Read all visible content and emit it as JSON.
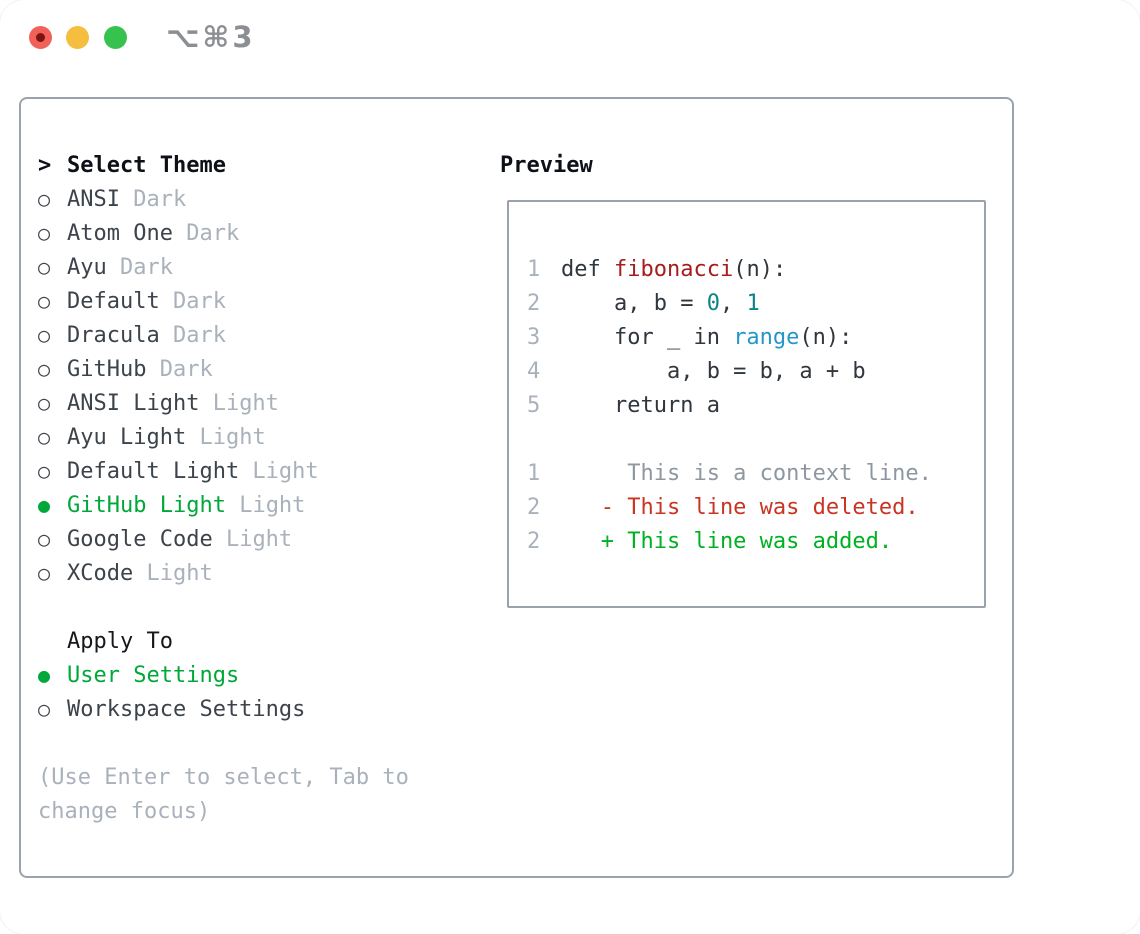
{
  "window": {
    "titlebar": {
      "shortcut_label": "⌥⌘3",
      "traffic_lights": [
        {
          "name": "close",
          "color": "#f2605a",
          "dot_color": "#7a1410"
        },
        {
          "name": "minimize",
          "color": "#f5be3e"
        },
        {
          "name": "zoom",
          "color": "#37c24f"
        }
      ]
    }
  },
  "theme_menu": {
    "header": "Select Theme",
    "header_marker": ">",
    "markers": {
      "selected": "●",
      "unselected": "○"
    },
    "items": [
      {
        "name": "ANSI",
        "variant": "Dark",
        "selected": false
      },
      {
        "name": "Atom One",
        "variant": "Dark",
        "selected": false
      },
      {
        "name": "Ayu",
        "variant": "Dark",
        "selected": false
      },
      {
        "name": "Default",
        "variant": "Dark",
        "selected": false
      },
      {
        "name": "Dracula",
        "variant": "Dark",
        "selected": false
      },
      {
        "name": "GitHub",
        "variant": "Dark",
        "selected": false
      },
      {
        "name": "ANSI Light",
        "variant": "Light",
        "selected": false
      },
      {
        "name": "Ayu Light",
        "variant": "Light",
        "selected": false
      },
      {
        "name": "Default Light",
        "variant": "Light",
        "selected": false
      },
      {
        "name": "GitHub Light",
        "variant": "Light",
        "selected": true
      },
      {
        "name": "Google Code",
        "variant": "Light",
        "selected": false
      },
      {
        "name": "XCode",
        "variant": "Light",
        "selected": false
      }
    ],
    "apply_header": "Apply To",
    "apply_items": [
      {
        "name": "User Settings",
        "selected": true
      },
      {
        "name": "Workspace Settings",
        "selected": false
      }
    ],
    "hint_lines": [
      "(Use Enter to select, Tab to",
      "change focus)"
    ]
  },
  "preview": {
    "header": "Preview",
    "lines": [
      {
        "num": "1",
        "tokens": [
          {
            "t": "def ",
            "c": "plain"
          },
          {
            "t": "fibonacci",
            "c": "func"
          },
          {
            "t": "(n):",
            "c": "plain"
          }
        ]
      },
      {
        "num": "2",
        "tokens": [
          {
            "t": "    a, b = ",
            "c": "plain"
          },
          {
            "t": "0",
            "c": "number"
          },
          {
            "t": ", ",
            "c": "plain"
          },
          {
            "t": "1",
            "c": "number"
          }
        ]
      },
      {
        "num": "3",
        "tokens": [
          {
            "t": "    for _ in ",
            "c": "plain"
          },
          {
            "t": "range",
            "c": "builtin"
          },
          {
            "t": "(n):",
            "c": "plain"
          }
        ]
      },
      {
        "num": "4",
        "tokens": [
          {
            "t": "        a, b = b, a + b",
            "c": "plain"
          }
        ]
      },
      {
        "num": "5",
        "tokens": [
          {
            "t": "    return a",
            "c": "plain"
          }
        ]
      },
      {
        "num": "",
        "tokens": []
      },
      {
        "num": "1",
        "tokens": [
          {
            "t": "     This is a context line.",
            "c": "context"
          }
        ]
      },
      {
        "num": "2",
        "tokens": [
          {
            "t": "   - This line was deleted.",
            "c": "deleted"
          }
        ]
      },
      {
        "num": "2",
        "tokens": [
          {
            "t": "   + This line was added.",
            "c": "added"
          }
        ]
      }
    ]
  },
  "colors": {
    "border": "#9aa3ad",
    "headline": "#0d1117",
    "item": "#3c434b",
    "muted": "#a9b1bb",
    "green": "#00a839",
    "code": "#2f363d",
    "func": "#a61d1d",
    "num": "#0d8486",
    "builtin": "#2497c9",
    "context": "#8e979f",
    "del": "#c93423",
    "add": "#00b123",
    "titletext": "#8b8e92"
  }
}
